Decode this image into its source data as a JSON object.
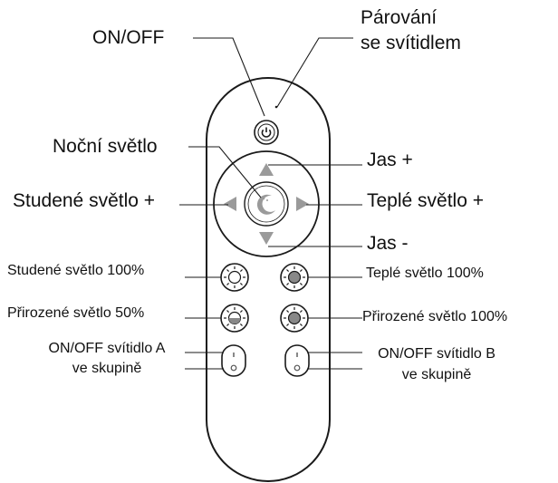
{
  "labels": {
    "on_off": "ON/OFF",
    "pairing_line1": "Párování",
    "pairing_line2": "se svítidlem",
    "night_light": "Noční světlo",
    "brightness_up": "Jas +",
    "cool_light_plus": "Studené světlo +",
    "warm_light_plus": "Teplé světlo +",
    "brightness_down": "Jas -",
    "cool_light_100": "Studené světlo 100%",
    "warm_light_100": "Teplé světlo 100%",
    "natural_light_50": "Přirozené světlo 50%",
    "natural_light_100": "Přirozené světlo 100%",
    "group_a_line1": "ON/OFF svítidlo A",
    "group_a_line2": "ve skupině",
    "group_b_line1": "ON/OFF svítidlo B",
    "group_b_line2": "ve skupině"
  },
  "colors": {
    "outline": "#1a1a1a",
    "arrow_fill": "#9a9a9a",
    "dark_fill": "#888888",
    "light_fill": "#ffffff"
  }
}
